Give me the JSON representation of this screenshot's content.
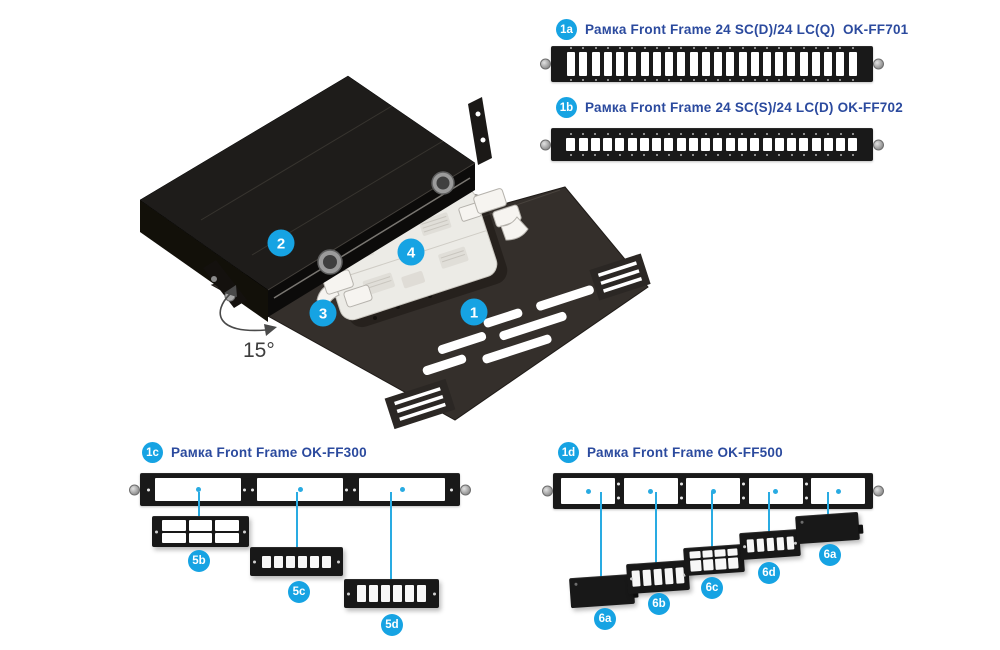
{
  "colors": {
    "accent_cyan": "#16a3e3",
    "leader_cyan": "#29abe2",
    "label_blue": "#2b4a9e",
    "panel_black": "#191919",
    "tray_dark": "#342f2b",
    "cover_black": "#1e1c1a",
    "cassette_light": "#ecebe6"
  },
  "panels": {
    "ff701": {
      "badge": "1a",
      "title": "Рамка Front Frame 24 SC(D)/24 LC(Q)  OK-FF701",
      "slots": 24
    },
    "ff702": {
      "badge": "1b",
      "title": "Рамка Front Frame 24 SC(S)/24 LC(D) OK-FF702",
      "slots": 24
    },
    "ff300": {
      "badge": "1c",
      "title": "Рамка Front Frame OK-FF300",
      "cutouts": 3,
      "modules": [
        {
          "badge": "5b",
          "holes": 6,
          "pattern": "duplex-grid"
        },
        {
          "badge": "5c",
          "holes": 6,
          "pattern": "square-row"
        },
        {
          "badge": "5d",
          "holes": 6,
          "pattern": "slot-row"
        }
      ]
    },
    "ff500": {
      "badge": "1d",
      "title": "Рамка Front Frame OK-FF500",
      "cutouts": 5,
      "modules": [
        {
          "badge": "6a",
          "holes": 0,
          "pattern": "blank"
        },
        {
          "badge": "6b",
          "holes": 5,
          "pattern": "slot-row"
        },
        {
          "badge": "6c",
          "holes": 8,
          "pattern": "grid-2row"
        },
        {
          "badge": "6d",
          "holes": 5,
          "pattern": "slot-row"
        },
        {
          "badge": "6a2",
          "holes": 0,
          "pattern": "blank",
          "label": "6a"
        }
      ]
    }
  },
  "diagram": {
    "angle_label": "15°",
    "callouts": [
      {
        "label": "1"
      },
      {
        "label": "2"
      },
      {
        "label": "3"
      },
      {
        "label": "4"
      }
    ]
  }
}
